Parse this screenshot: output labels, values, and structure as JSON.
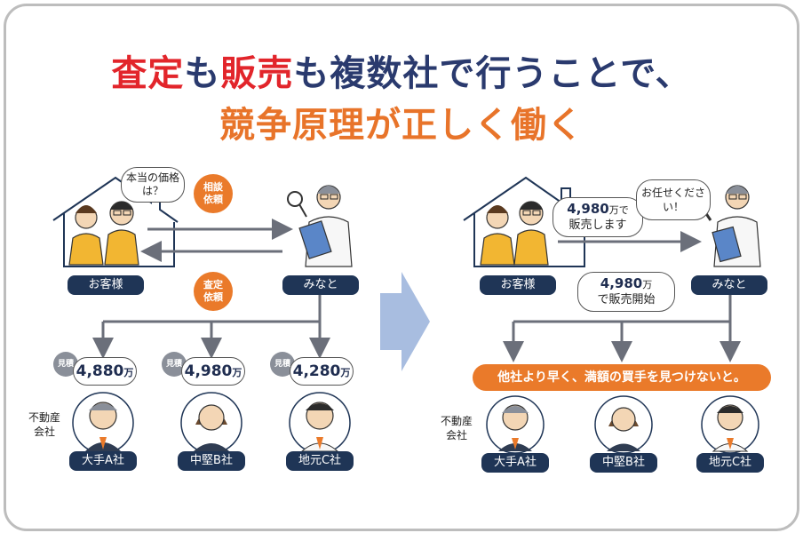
{
  "title": {
    "line1_red1": "査定",
    "line1_mid1": "も",
    "line1_red2": "販売",
    "line1_rest": "も複数社で行うことで、",
    "line2": "競争原理が正しく働く"
  },
  "left": {
    "customer_bubble": "本当の価格は？",
    "consult_badge": "相談依頼",
    "assess_badge": "査定依頼",
    "customer_label": "お客様",
    "agent_label": "みなと",
    "estimate_tag": "見積",
    "quotes": [
      {
        "value": "4,880",
        "unit": "万"
      },
      {
        "value": "4,980",
        "unit": "万"
      },
      {
        "value": "4,280",
        "unit": "万"
      }
    ],
    "companies": [
      "大手A社",
      "中堅B社",
      "地元C社"
    ],
    "side_label": "不動産会社"
  },
  "right": {
    "customer_bubble_value": "4,980",
    "customer_bubble_unit": "万で",
    "customer_bubble_text": "販売します",
    "agent_bubble": "お任せください！",
    "customer_label": "お客様",
    "agent_label": "みなと",
    "start_value": "4,980",
    "start_unit": "万",
    "start_text": "で販売開始",
    "banner": "他社より早く、満額の買手を見つけないと。",
    "companies": [
      "大手A社",
      "中堅B社",
      "地元C社"
    ],
    "side_label": "不動産会社"
  },
  "colors": {
    "navy": "#1f3556",
    "orange": "#ea7a2a",
    "red": "#e2252b",
    "arrow": "#a8bde0",
    "line": "#6b6f7a"
  }
}
